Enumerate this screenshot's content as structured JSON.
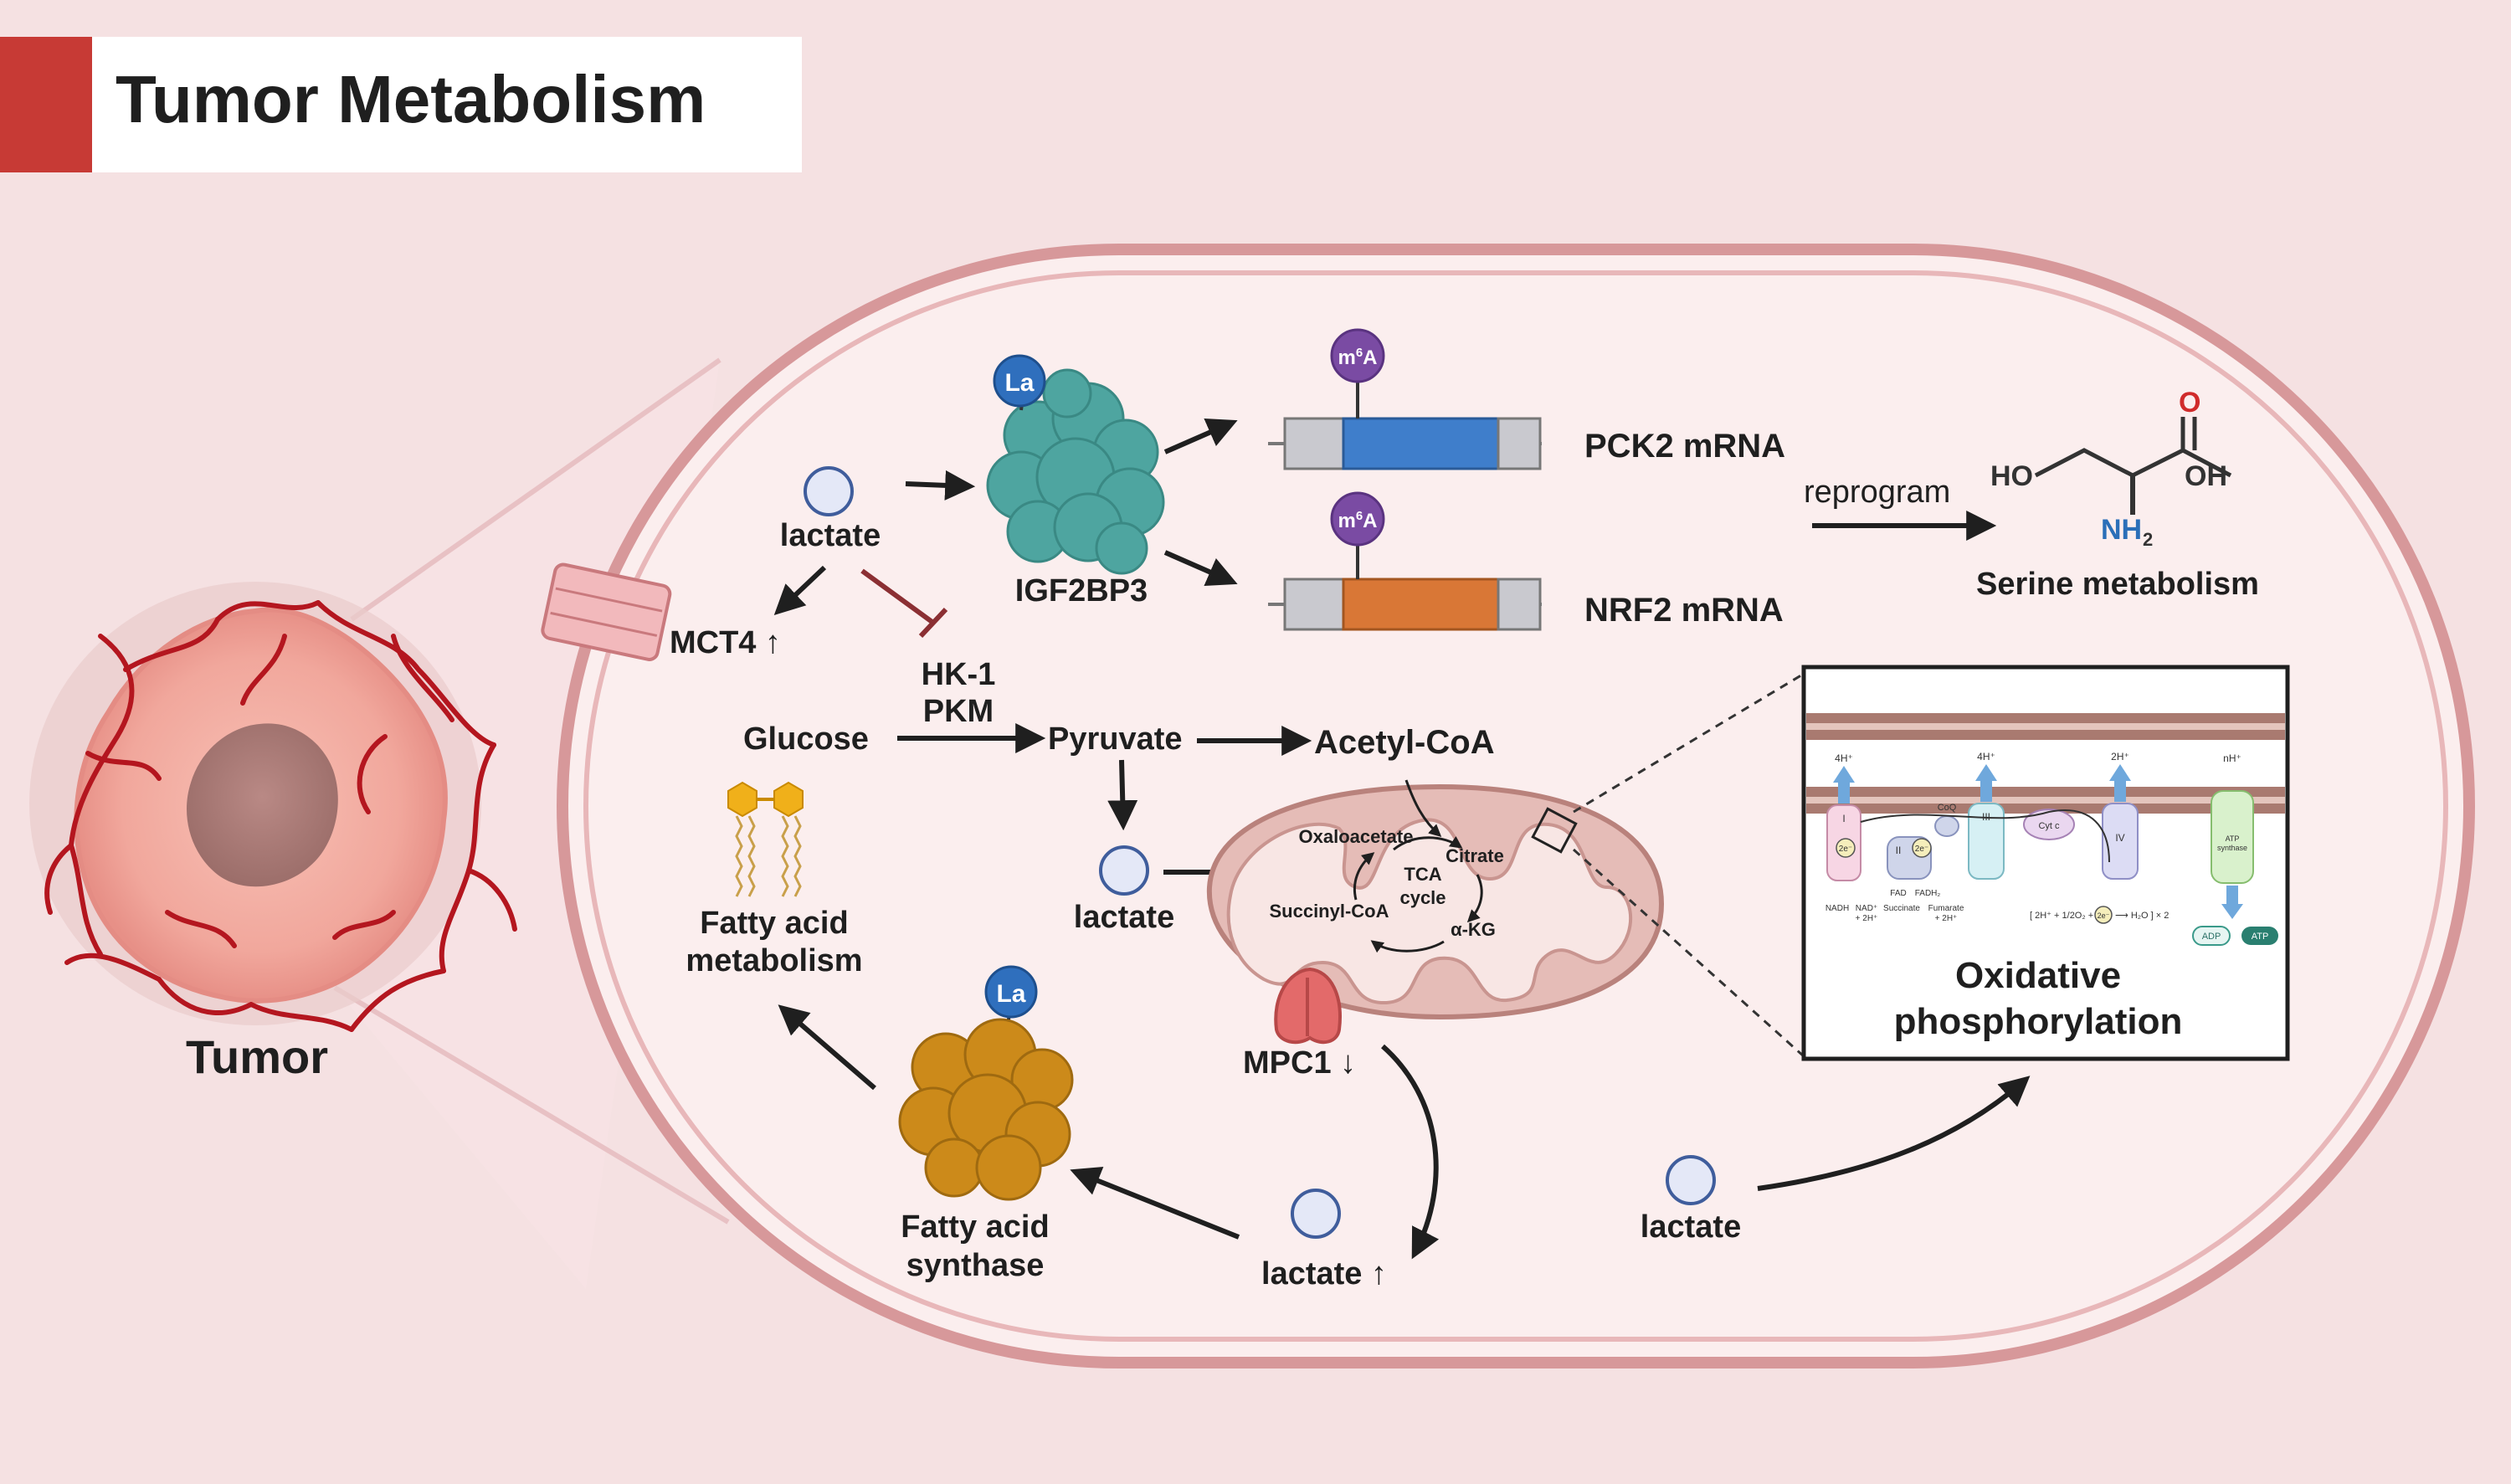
{
  "header": {
    "title": "Tumor Metabolism"
  },
  "tumor": {
    "label": "Tumor"
  },
  "cell": {
    "lactate_top": "lactate",
    "mct4": "MCT4 ↑",
    "la_badge": "La",
    "igf2bp3": "IGF2BP3",
    "m6a_base": "m",
    "m6a_sup": "6",
    "m6a_letter": "A",
    "pck2": "PCK2 mRNA",
    "nrf2": "NRF2 mRNA",
    "reprogram": "reprogram",
    "serine": "Serine metabolism",
    "serine_struct": {
      "ho": "HO",
      "o": "O",
      "oh": "OH",
      "nh": "NH",
      "sub2": "2"
    },
    "hk1": "HK-1",
    "pkm": "PKM",
    "glucose": "Glucose",
    "pyruvate": "Pyruvate",
    "acetyl": "Acetyl-CoA",
    "lactate_mid": "lactate",
    "fatty_met_1": "Fatty acid",
    "fatty_met_2": "metabolism",
    "fas_1": "Fatty acid",
    "fas_2": "synthase",
    "mpc1": "MPC1 ↓",
    "lactate_up": "lactate ↑",
    "lactate_right": "lactate",
    "tca": {
      "oxaloacetate": "Oxaloacetate",
      "citrate": "Citrate",
      "center_1": "TCA",
      "center_2": "cycle",
      "succinyl": "Succinyl-CoA",
      "akg": "α-KG"
    }
  },
  "oxphos": {
    "title_1": "Oxidative",
    "title_2": "phosphorylation",
    "h_labels": [
      "4H⁺",
      "4H⁺",
      "2H⁺",
      "nH⁺"
    ],
    "complexes": [
      "I",
      "II",
      "III",
      "IV"
    ],
    "coq": "CoQ",
    "cytc": "Cyt c",
    "atp_synthase_1": "ATP",
    "atp_synthase_2": "synthase",
    "e_label": "2e⁻",
    "nadh": "NADH",
    "nad_1": "NAD⁺",
    "nad_2": "+ 2H⁺",
    "fad": "FAD",
    "fadh2": "FADH₂",
    "succinate": "Succinate",
    "fumarate_1": "Fumarate",
    "fumarate_2": "+ 2H⁺",
    "eq_left": "[ 2H⁺ + 1/2O₂ +",
    "eq_right": "⟶ H₂O ] × 2",
    "adp": "ADP",
    "atp": "ATP"
  },
  "colors": {
    "background": "#f5e1e2",
    "header_accent": "#c73a35",
    "cell_fill": "#fbeeee",
    "cell_border": "#d7989a",
    "la_badge": "#2f6fbd",
    "m6a_badge": "#7a4ba3",
    "pck2_bar": "#3f7ecb",
    "nrf2_bar": "#d97736",
    "igf2bp3_protein": "#4ea5a0",
    "fas_protein": "#cc8a1a",
    "mpc1": "#e36a6a",
    "vessel": "#b4161f"
  }
}
